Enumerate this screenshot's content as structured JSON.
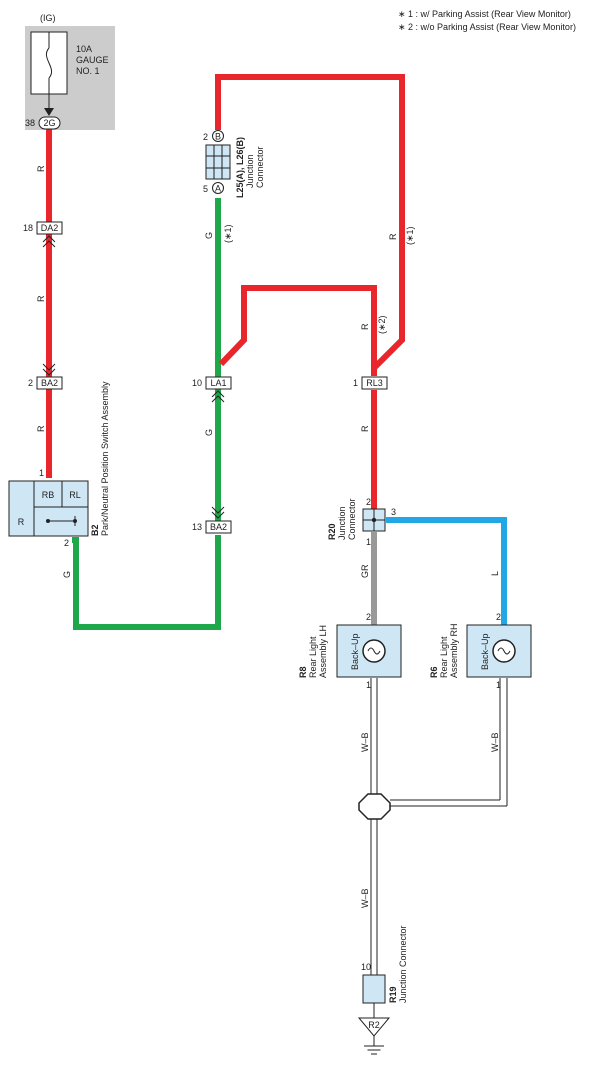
{
  "notes": {
    "n1": "∗ 1 : w/ Parking Assist (Rear View Monitor)",
    "n2": "∗ 2 : w/o Parking Assist (Rear View Monitor)"
  },
  "fuse": {
    "ig": "(IG)",
    "line1": "10A",
    "line2": "GAUGE",
    "line3": "NO. 1",
    "pin": "38",
    "connector": "2G"
  },
  "wire_labels": {
    "r": "R",
    "g": "G",
    "gr": "GR",
    "l": "L",
    "wb": "W–B"
  },
  "condition_labels": {
    "c1": "(∗1)",
    "c2": "(∗2)"
  },
  "connectors": {
    "da2": {
      "pin": "18",
      "name": "DA2"
    },
    "ba2_top": {
      "pin": "2",
      "name": "BA2"
    },
    "la1": {
      "pin": "10",
      "name": "LA1"
    },
    "ba2_bottom": {
      "pin": "13",
      "name": "BA2"
    },
    "rl3": {
      "pin": "1",
      "name": "RL3"
    }
  },
  "l25": {
    "pin_b": "2",
    "letter_b": "B",
    "pin_a": "5",
    "letter_a": "A",
    "title": "L25(A), L26(B)",
    "sub1": "Junction",
    "sub2": "Connector"
  },
  "b2": {
    "code": "B2",
    "name": "Park/Neutral Position Switch Assembly",
    "pin1": "1",
    "pin2": "2",
    "rb": "RB",
    "rl": "RL",
    "r": "R"
  },
  "r20": {
    "code": "R20",
    "sub1": "Junction",
    "sub2": "Connector",
    "pin2": "2",
    "pin3": "3",
    "pin1": "1"
  },
  "r8": {
    "code": "R8",
    "name1": "Rear Light",
    "name2": "Assembly LH",
    "label": "Back–Up",
    "pin_top": "2",
    "pin_bottom": "1"
  },
  "r6": {
    "code": "R6",
    "name1": "Rear Light",
    "name2": "Assembly RH",
    "label": "Back–Up",
    "pin_top": "2",
    "pin_bottom": "1"
  },
  "r19": {
    "code": "R19",
    "name": "Junction Connector",
    "pin": "10"
  },
  "ground": {
    "label": "R2"
  },
  "colors": {
    "red": "#e8262b",
    "green": "#1ea84a",
    "gray": "#999999",
    "blue": "#22a7e6",
    "component_fill": "#cfe7f5",
    "fuse_bg": "#cccccc"
  }
}
